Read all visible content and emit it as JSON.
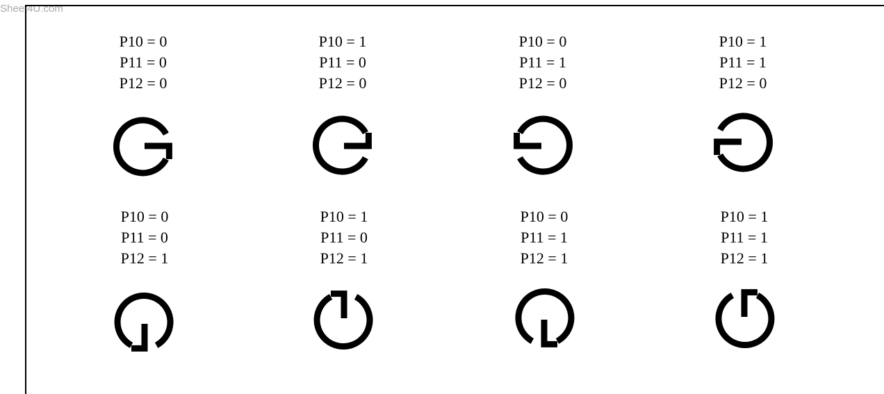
{
  "watermark": "Sheet4U.com",
  "cells": [
    {
      "lines": [
        "P10 = 0",
        "P11 = 0",
        "P12 = 0"
      ],
      "glyph": "letter-g-icon"
    },
    {
      "lines": [
        "P10 = 1",
        "P11 = 0",
        "P12 = 0"
      ],
      "glyph": "letter-g-mirrored-icon"
    },
    {
      "lines": [
        "P10 = 0",
        "P11 = 1",
        "P12 = 0"
      ],
      "glyph": "letter-g-rotated-180-icon"
    },
    {
      "lines": [
        "P10 = 1",
        "P11 = 1",
        "P12 = 0"
      ],
      "glyph": "letter-g-flipped-vertical-icon"
    },
    {
      "lines": [
        "P10 = 0",
        "P11 = 0",
        "P12 = 1"
      ],
      "glyph": "letter-g-rotated-90-icon"
    },
    {
      "lines": [
        "P10 = 1",
        "P11 = 0",
        "P12 = 1"
      ],
      "glyph": "letter-g-rotated-90-mirrored-icon"
    },
    {
      "lines": [
        "P10 = 0",
        "P11 = 1",
        "P12 = 1"
      ],
      "glyph": "letter-g-rotated-270-mirrored-icon"
    },
    {
      "lines": [
        "P10 = 1",
        "P11 = 1",
        "P12 = 1"
      ],
      "glyph": "letter-g-rotated-270-icon"
    }
  ]
}
